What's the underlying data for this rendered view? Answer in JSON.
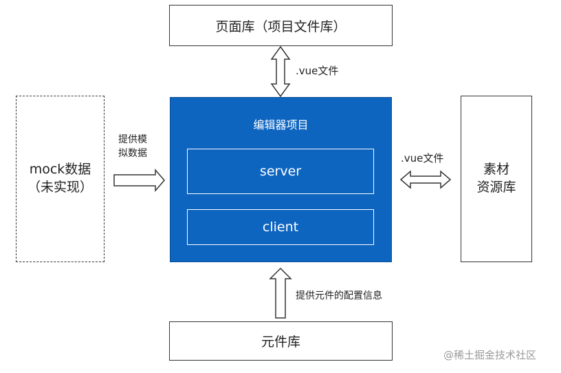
{
  "page_lib": {
    "label": "页面库（项目文件库）"
  },
  "editor": {
    "title": "编辑器项目",
    "server_label": "server",
    "client_label": "client",
    "fill_color": "#0e65c0"
  },
  "mock": {
    "line1": "mock数据",
    "line2": "（未实现）"
  },
  "assets": {
    "line1": "素材",
    "line2": "资源库"
  },
  "components": {
    "label": "元件库"
  },
  "edges": {
    "top_label": ".vue文件",
    "left_label_line1": "提供模",
    "left_label_line2": "拟数据",
    "right_label": ".vue文件",
    "bottom_label": "提供元件的配置信息"
  },
  "watermark": "@稀土掘金技术社区"
}
